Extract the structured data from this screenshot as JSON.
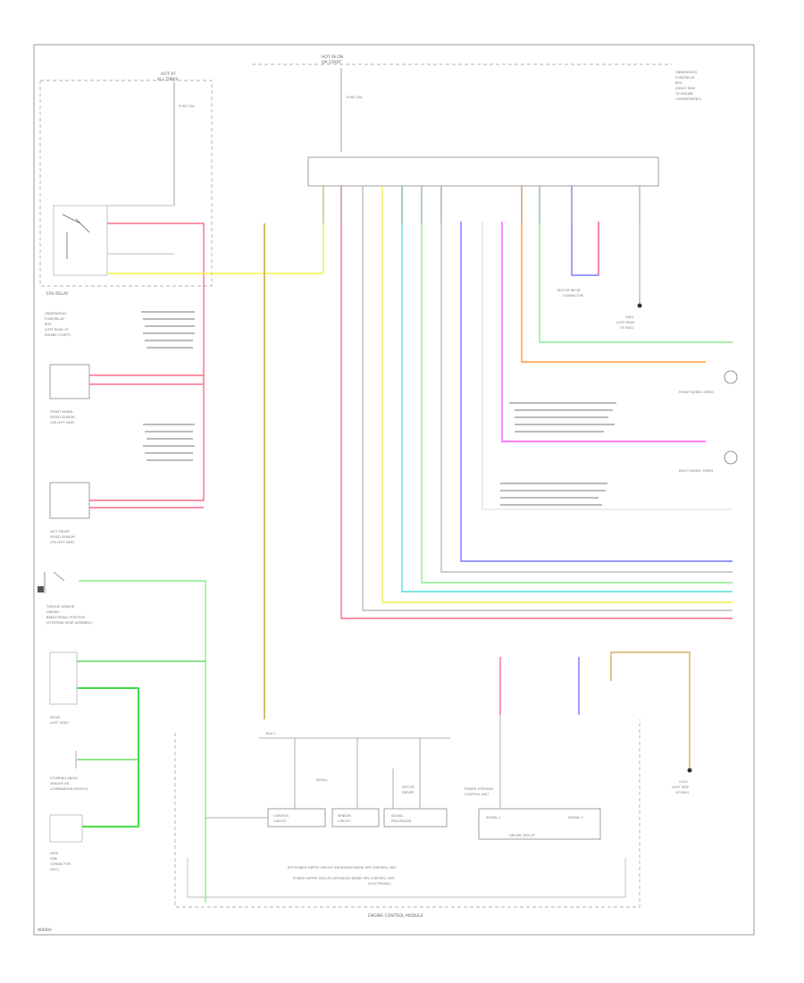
{
  "footer": {
    "code": "W0000"
  },
  "components": {
    "main_fuse": {
      "line1": "HOT AT",
      "line2": "ALL TIMES"
    },
    "hot_in_on": {
      "line1": "HOT IN ON",
      "line2": "OR START"
    },
    "fuse_a": "FUSE 10A",
    "fuse_b": "FUSE 10A",
    "underhood_right": [
      "UNDERHOOD",
      "FUSE/RELAY",
      "BOX",
      "(RIGHT SIDE",
      "OF ENGINE",
      "COMPARTMENT)"
    ],
    "epu_relay": "EPU RELAY",
    "underhood_left": [
      "UNDERHOOD",
      "FUSE/RELAY",
      "BOX",
      "(LEFT REAR OF",
      "ENGINE COMPT)"
    ],
    "front_wheel_sensor": [
      "FRONT WHEEL",
      "SPEED SENSOR",
      "(ON LEFT SIDE)"
    ],
    "left_wheel_sensor": [
      "LEFT FRONT",
      "SPEED SENSOR",
      "(ON LEFT SIDE)"
    ],
    "brake_switch": [
      "TORQUE SENSOR",
      "(INSIDE)",
      "BRAKE PEDAL POSITION",
      "(STEERING GEAR ASSEMBLY)"
    ],
    "sub_relay": [
      "RELAY",
      "(LEFT SIDE)"
    ],
    "steering_control": [
      "STEERING ANGLE",
      "SENSOR (IN",
      "COMBINATION SWITCH)"
    ],
    "data_link": [
      "DATA",
      "LINK",
      "CONNECTOR",
      "(DLC)"
    ],
    "ground_g401": [
      "G401",
      "(LEFT REAR",
      "OF ENG)"
    ],
    "ground_g102": [
      "G102",
      "(LEFT SIDE",
      "OF ENG)"
    ],
    "motor_relay": [
      "MOTOR RELAY",
      "CONNECTOR"
    ],
    "front_right_sensor": "FRONT WHEEL SPEED",
    "right_wheel_sensor": "RIGHT WHEEL SPEED",
    "eps_control_unit": [
      "POWER STEERING",
      "CONTROL UNIT"
    ],
    "module_note_1": "EPS POWER SUPPLY CIRCUIT (DETAILED) INSIDE EPS CONTROL UNIT",
    "module_note_2": "POWER SUPPLY CIRCUIT (DETAILED) INSIDE EPS CONTROL UNIT",
    "module_note_3": "(ELECTRONIC)",
    "bottom_frame": "ENGINE CONTROL MODULE",
    "interior_1": [
      "CONTROL",
      "CIRCUIT"
    ],
    "interior_2": [
      "SENSOR",
      "CIRCUIT"
    ],
    "interior_3": [
      "SIGNAL",
      "PROCESSOR"
    ],
    "interior_4": [
      "MOTOR",
      "DRIVER"
    ],
    "interior_5": "DRIVER CIRCUIT",
    "ecu_label_1": "SIGNAL 1",
    "ecu_label_2": "SIGNAL 2",
    "bus_label": "BUS 1",
    "cap_label": "SERIAL"
  },
  "wire_colors": {
    "green": "#66dd66",
    "pink": "#ff6b8a",
    "yellow": "#f2f24a",
    "orange": "#ff9933",
    "magenta": "#ff44ff",
    "blue": "#6666ff",
    "cyan": "#55dddd",
    "tan": "#d4b25a",
    "lightgreen": "#88ee88",
    "gray": "#999999"
  }
}
